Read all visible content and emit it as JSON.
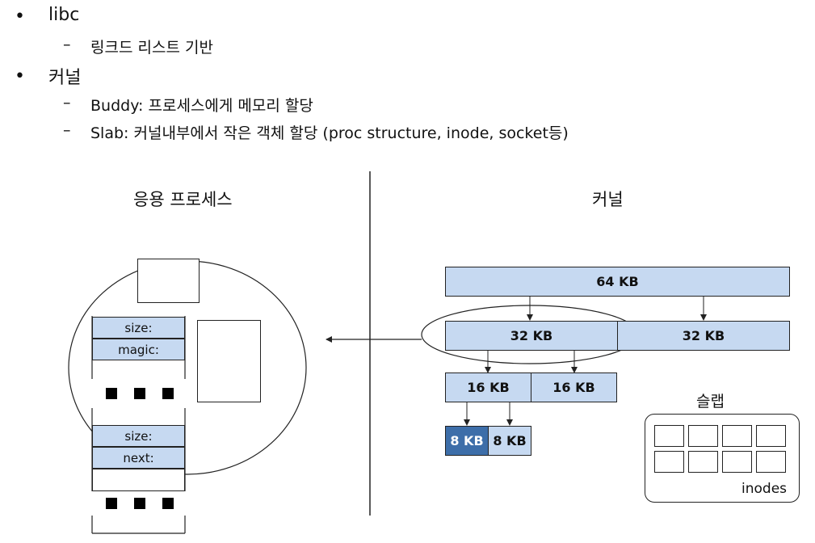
{
  "bullets": [
    {
      "symbol": "•",
      "text": "libc",
      "subs": [
        {
          "symbol": "–",
          "text": "링크드 리스트 기반"
        }
      ]
    },
    {
      "symbol": "•",
      "text": "커널",
      "subs": [
        {
          "symbol": "–",
          "text": "Buddy: 프로세스에게 메모리 할당"
        },
        {
          "symbol": "–",
          "text": "Slab: 커널내부에서 작은 객체 할당 (proc structure, inode, socket등)"
        }
      ]
    }
  ],
  "diagram": {
    "left_title": "응용 프로세스",
    "right_title": "커널",
    "process": {
      "block1": {
        "size_label": "size:",
        "magic_label": "magic:"
      },
      "block2": {
        "size_label": "size:",
        "next_label": "next:"
      }
    },
    "buddy": {
      "b64": "64 KB",
      "b32a": "32 KB",
      "b32b": "32 KB",
      "b16a": "16 KB",
      "b16b": "16 KB",
      "b8a": "8 KB",
      "b8b": "8 KB"
    },
    "slab": {
      "title": "슬랩",
      "label": "inodes"
    }
  },
  "colors": {
    "block_fill": "#c6d9f1",
    "allocated_fill": "#3d6ea9",
    "line": "#222222"
  }
}
